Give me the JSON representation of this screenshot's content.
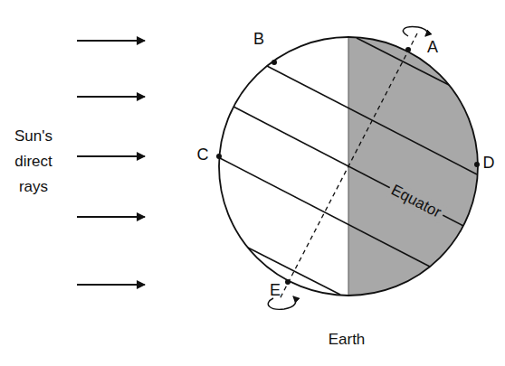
{
  "diagram": {
    "labels": [
      "B",
      "A",
      "Sun's direct rays",
      "C",
      "D",
      "Equator",
      "E",
      "Earth"
    ]
  }
}
